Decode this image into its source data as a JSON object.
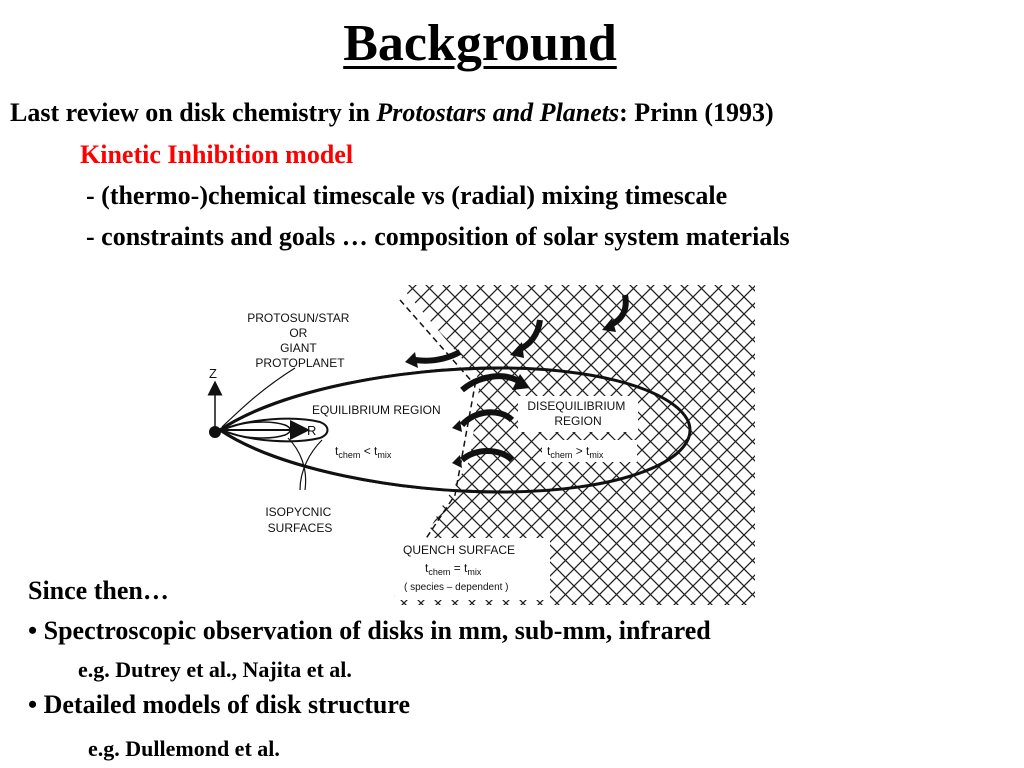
{
  "title": "Background",
  "intro": {
    "prefix": "Last review on disk chemistry in ",
    "book": "Protostars and Planets",
    "suffix": ":  Prinn (1993)",
    "model": "Kinetic Inhibition model",
    "bullet1": "- (thermo-)chemical timescale  vs  (radial) mixing timescale",
    "bullet2": "- constraints and goals … composition of solar system materials"
  },
  "figure": {
    "label_protosun": [
      "PROTOSUN/STAR",
      "OR",
      "GIANT",
      "PROTOPLANET"
    ],
    "label_z": "Z",
    "label_r": "R",
    "label_equilibrium": "EQUILIBRIUM REGION",
    "label_eq_condition_main": "t",
    "label_eq_condition_sub1": "chem",
    "label_eq_condition_op": " < t",
    "label_eq_condition_sub2": "mix",
    "label_disequilibrium": [
      "DISEQUILIBRIUM",
      "REGION"
    ],
    "label_diseq_condition_op": " > t",
    "label_isopycnic": [
      "ISOPYCNIC",
      "SURFACES"
    ],
    "label_quench": "QUENCH SURFACE",
    "label_quench_condition_op": " = t",
    "label_quench_note": "( species – dependent )"
  },
  "since": {
    "heading": "Since then…",
    "item1": "• Spectroscopic observation of disks in mm, sub-mm, infrared",
    "item1_eg": "e.g.  Dutrey et al., Najita et al.",
    "item2": "• Detailed models of disk structure",
    "item2_eg": "e.g. Dullemond et al."
  },
  "colors": {
    "accent": "#ff0000",
    "text": "#000000"
  }
}
